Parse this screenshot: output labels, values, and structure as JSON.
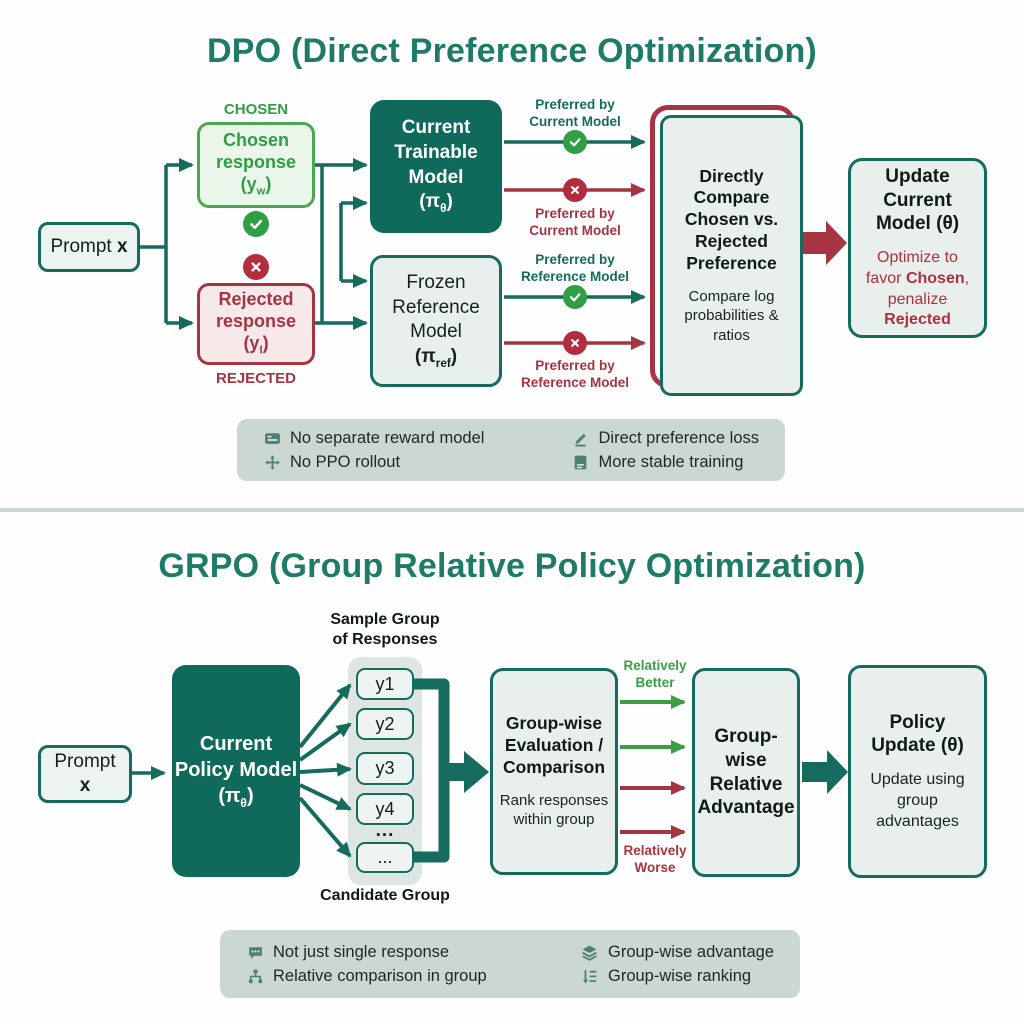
{
  "colors": {
    "teal_dark": "#0f6a5b",
    "teal": "#156b5d",
    "title_teal": "#1e7b68",
    "green": "#3a9e47",
    "green_badge": "#2f9e44",
    "red": "#a63442",
    "red_badge": "#b22d3d",
    "footer_bg": "#cbd7d1",
    "light_box": "#e8efec",
    "chosen_bg": "#eaf6e9",
    "rejected_bg": "#f7e8e9"
  },
  "dpo": {
    "title": "DPO (Direct Preference Optimization)",
    "prompt": {
      "label": "Prompt",
      "var": "x"
    },
    "chosen_tag": "CHOSEN",
    "chosen": {
      "text": "Chosen response",
      "sym_pre": "(y",
      "sym_sub": "w",
      "sym_post": ")"
    },
    "rejected_tag": "REJECTED",
    "rejected": {
      "text": "Rejected response",
      "sym_pre": "(y",
      "sym_sub": "l",
      "sym_post": ")"
    },
    "current_model": {
      "name": "Current Trainable Model",
      "sym_pre": "(π",
      "sym_sub": "θ",
      "sym_post": ")"
    },
    "reference_model": {
      "name": "Frozen Reference Model",
      "sym_pre": "(π",
      "sym_sub": "ref",
      "sym_post": ")"
    },
    "pref_current": "Preferred by\nCurrent Model",
    "pref_reference": "Preferred by\nReference Model",
    "compare": {
      "heading": "Directly Compare Chosen vs. Rejected Preference",
      "sub": "Compare log probabilities & ratios"
    },
    "update": {
      "heading": "Update Current Model (θ)",
      "part1": "Optimize to favor ",
      "bold1": "Chosen",
      "part2": ", penalize",
      "bold2": "Rejected"
    },
    "footer": {
      "items": [
        {
          "icon": "reward-model-icon",
          "label": "No separate reward model"
        },
        {
          "icon": "ppo-rollout-icon",
          "label": "No PPO rollout"
        },
        {
          "icon": "preference-loss-icon",
          "label": "Direct preference loss"
        },
        {
          "icon": "stable-training-icon",
          "label": "More stable training"
        }
      ]
    }
  },
  "grpo": {
    "title": "GRPO (Group Relative Policy Optimization)",
    "prompt": {
      "label": "Prompt",
      "var": "x"
    },
    "sample_label": "Sample Group\nof Responses",
    "candidate_label": "Candidate Group",
    "policy_model": {
      "name": "Current Policy Model",
      "sym_pre": "(π",
      "sym_sub": "θ",
      "sym_post": ")"
    },
    "responses": [
      "y1",
      "y2",
      "y3",
      "y4"
    ],
    "dots": "...",
    "last_response": "...",
    "eval": {
      "heading": "Group-wise Evaluation / Comparison",
      "sub": "Rank responses within group"
    },
    "better_label": "Relatively\nBetter",
    "worse_label": "Relatively\nWorse",
    "advantage": "Group-wise Relative Advantage",
    "policy_update": {
      "heading": "Policy Update (θ)",
      "sub": "Update using group advantages"
    },
    "footer": {
      "items": [
        {
          "icon": "chat-icon",
          "label": "Not just single response"
        },
        {
          "icon": "hierarchy-icon",
          "label": "Relative comparison in group"
        },
        {
          "icon": "layers-icon",
          "label": "Group-wise advantage"
        },
        {
          "icon": "ranking-icon",
          "label": "Group-wise ranking"
        }
      ]
    }
  }
}
